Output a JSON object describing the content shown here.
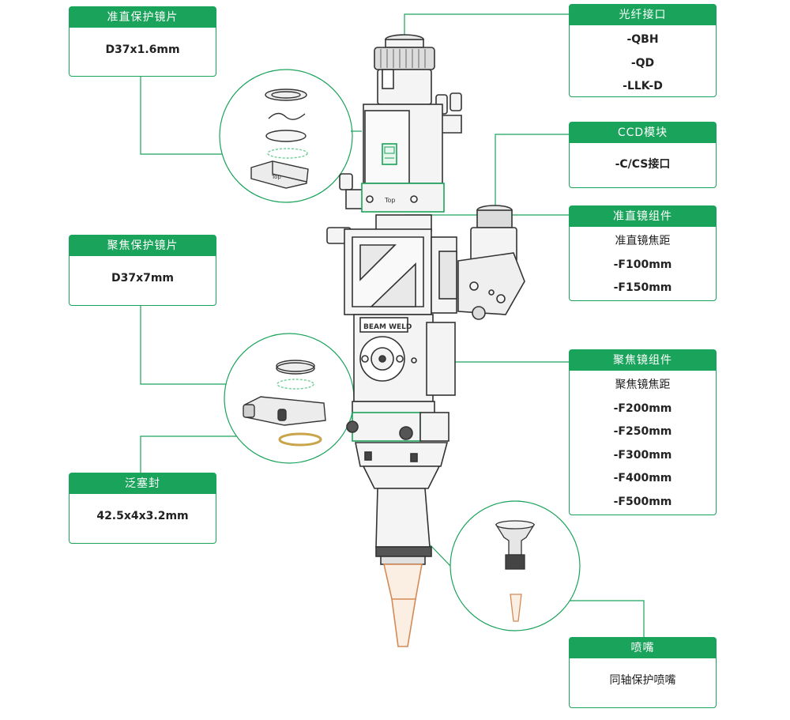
{
  "accent_color": "#1aa35a",
  "left": {
    "collimator_protect": {
      "title": "准直保护镜片",
      "lines": [
        "D37x1.6mm"
      ]
    },
    "focus_protect": {
      "title": "聚焦保护镜片",
      "lines": [
        "D37x7mm"
      ]
    },
    "seal": {
      "title": "泛塞封",
      "lines": [
        "42.5x4x3.2mm"
      ]
    }
  },
  "right": {
    "fiber": {
      "title": "光纤接口",
      "lines": [
        "-QBH",
        "-QD",
        "-LLK-D"
      ]
    },
    "ccd": {
      "title": "CCD模块",
      "lines": [
        "-C/CS接口"
      ]
    },
    "collimator": {
      "title": "准直镜组件",
      "lines": [
        "准直镜焦距",
        "-F100mm",
        "-F150mm"
      ]
    },
    "focus": {
      "title": "聚焦镜组件",
      "lines": [
        "聚焦镜焦距",
        "-F200mm",
        "-F250mm",
        "-F300mm",
        "-F400mm",
        "-F500mm"
      ]
    },
    "nozzle": {
      "title": "喷嘴",
      "lines": [
        "同轴保护喷嘴"
      ]
    }
  },
  "head": {
    "brand_logo": "BEAM WELD",
    "top_mark": "Top"
  }
}
